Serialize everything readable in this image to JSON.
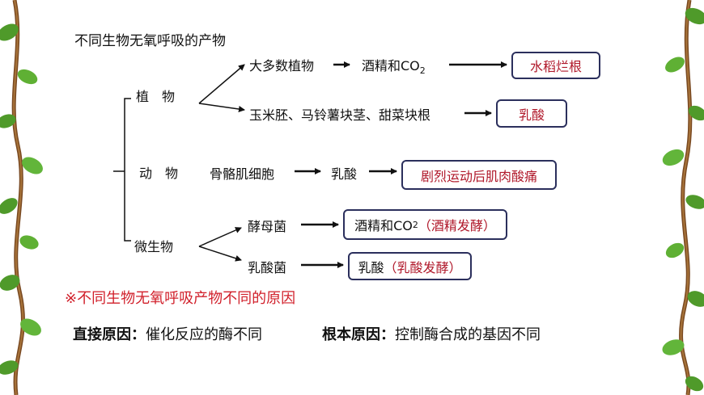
{
  "title": "不同生物无氧呼吸的产物",
  "groups": {
    "plant": "植　物",
    "animal": "动　物",
    "microbe": "微生物"
  },
  "rows": [
    {
      "source": "大多数植物",
      "product_prefix": "酒精和CO",
      "product_sub": "2",
      "example": "水稻烂根"
    },
    {
      "source": "玉米胚、马铃薯块茎、甜菜块根",
      "example": "乳酸"
    },
    {
      "source": "骨骼肌细胞",
      "product": "乳酸",
      "example": "剧烈运动后肌肉酸痛"
    },
    {
      "source": "酵母菌",
      "box_prefix": "酒精和CO",
      "box_sub": "2",
      "box_suffix": "（酒精发酵）"
    },
    {
      "source": "乳酸菌",
      "box_prefix": "乳酸",
      "box_suffix": "（乳酸发酵）"
    }
  ],
  "reason_heading": "※不同生物无氧呼吸产物不同的原因",
  "direct_label": "直接原因：",
  "direct_text": "催化反应的酶不同",
  "root_label": "根本原因：",
  "root_text": "控制酶合成的基因不同",
  "colors": {
    "box_border": "#2b2f5c",
    "example_red": "#b0182a",
    "note_red": "#d11f2a",
    "leaf_green": "#4f9a2a",
    "vine_brown": "#7a4a22"
  }
}
